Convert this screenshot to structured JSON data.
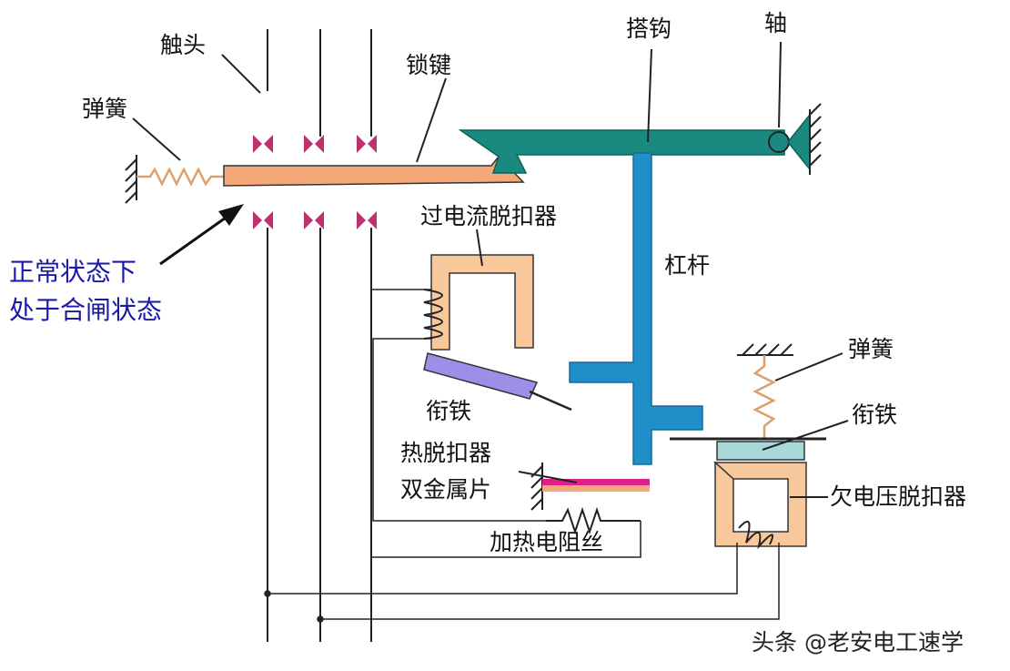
{
  "labels": {
    "contact": "触头",
    "spring_left": "弹簧",
    "lock_key": "锁键",
    "hook": "搭钩",
    "shaft": "轴",
    "overcurrent_release": "过电流脱扣器",
    "lever": "杠杆",
    "spring_right": "弹簧",
    "armature_left": "衔铁",
    "armature_right": "衔铁",
    "normal_state_line1": "正常状态下",
    "normal_state_line2": "处于合闸状态",
    "thermal_release": "热脱扣器",
    "bimetal": "双金属片",
    "undervoltage_release": "欠电压脱扣器",
    "heating_resistor": "加热电阻丝"
  },
  "watermark": "头条 @老安电工速学",
  "colors": {
    "lock_bar": "#f5a877",
    "hook_lever": "#1a8a80",
    "lever": "#1e8fc8",
    "core": "#f8c89a",
    "armature_left": "#9b8fe8",
    "armature_right": "#a9d8d8",
    "contact": "#c0306e",
    "bimetal_top": "#e0208a",
    "bimetal_bottom": "#f5a877",
    "spring": "#d9a070",
    "wire": "#222222",
    "note_blue": "#1a1aa8"
  }
}
